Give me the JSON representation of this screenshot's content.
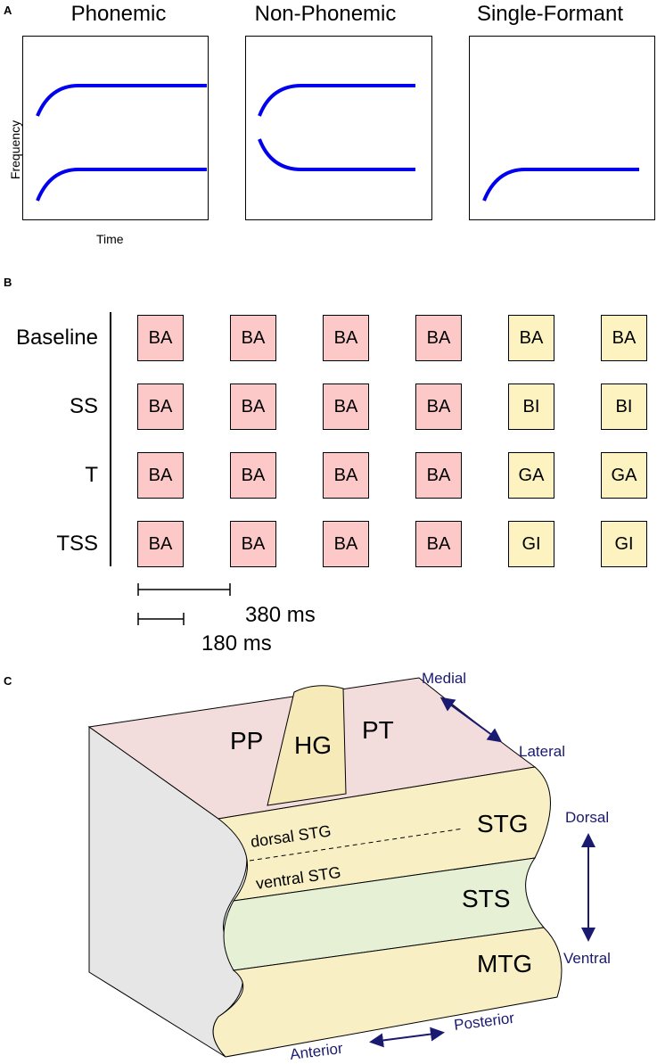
{
  "panelA": {
    "letter": "A",
    "titles": [
      "Phonemic",
      "Non-Phonemic",
      "Single-Formant"
    ],
    "ylabel": "Frequency",
    "xlabel": "Time",
    "colors": {
      "formant_line": "#0000ee"
    }
  },
  "panelB": {
    "letter": "B",
    "rows": [
      {
        "label": "Baseline",
        "boxes": [
          "BA",
          "BA",
          "BA",
          "BA",
          "BA",
          "BA"
        ]
      },
      {
        "label": "SS",
        "boxes": [
          "BA",
          "BA",
          "BA",
          "BA",
          "BI",
          "BI"
        ]
      },
      {
        "label": "T",
        "boxes": [
          "BA",
          "BA",
          "BA",
          "BA",
          "GA",
          "GA"
        ]
      },
      {
        "label": "TSS",
        "boxes": [
          "BA",
          "BA",
          "BA",
          "BA",
          "GI",
          "GI"
        ]
      }
    ],
    "scale_long": "380 ms",
    "scale_short": "180 ms",
    "colors": {
      "standard": "#fcc8c8",
      "deviant": "#fcf3c0"
    }
  },
  "panelC": {
    "letter": "C",
    "regions": {
      "pp": "PP",
      "hg": "HG",
      "pt": "PT",
      "stg": "STG",
      "sts": "STS",
      "mtg": "MTG"
    },
    "dorsal_stg": "dorsal STG",
    "ventral_stg": "ventral STG",
    "directions": {
      "medial": "Medial",
      "lateral": "Lateral",
      "dorsal": "Dorsal",
      "ventral": "Ventral",
      "anterior": "Anterior",
      "posterior": "Posterior"
    },
    "colors": {
      "top_surface": "#f3dcdc",
      "hg": "#f6eab8",
      "stg": "#f8f0c4",
      "sts": "#e6f0d4",
      "mtg": "#f8f0c4",
      "side": "#e6e6e6",
      "direction_text": "#1a1a70"
    }
  }
}
